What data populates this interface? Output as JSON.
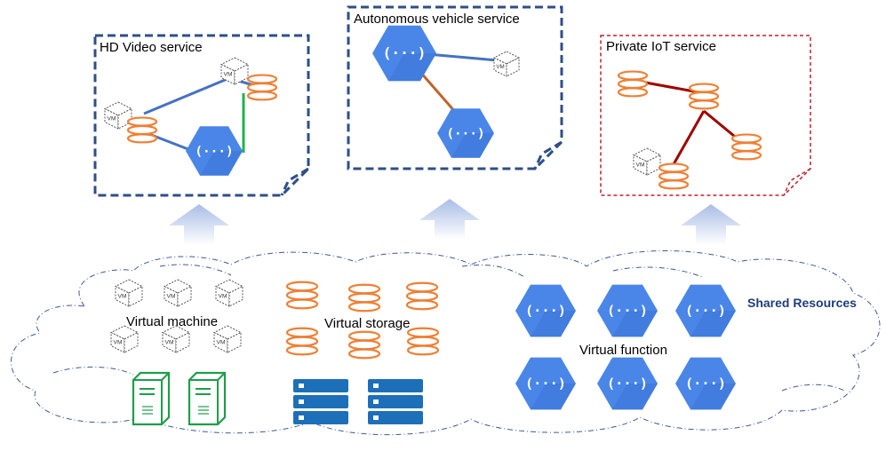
{
  "services": [
    {
      "id": "hd",
      "label": "HD Video service"
    },
    {
      "id": "av",
      "label": "Autonomous vehicle service"
    },
    {
      "id": "iot",
      "label": "Private IoT service"
    }
  ],
  "pool": {
    "vm_label": "Virtual machine",
    "storage_label": "Virtual storage",
    "function_label": "Virtual function",
    "shared_label": "Shared Resources"
  },
  "icons": {
    "vm_text": "VM",
    "function_glyph": "(···)"
  },
  "colors": {
    "dashed_blue": "#2f4f86",
    "dashed_red": "#c0202a",
    "hexagon": "#4a86e8",
    "storage": "#f07f33",
    "server_green": "#1e9e4a",
    "rack_blue": "#1c6fb8",
    "arrow": "#b9c8e6",
    "link_blue": "#4472c4",
    "link_green": "#22b14c",
    "link_brown": "#c0622a",
    "link_red": "#a00000"
  }
}
